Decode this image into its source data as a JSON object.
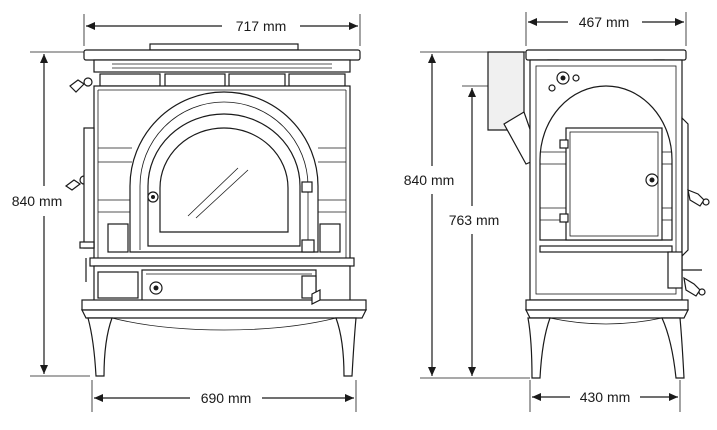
{
  "front_view": {
    "top_width": "717 mm",
    "height": "840 mm",
    "base_width": "690 mm"
  },
  "side_view": {
    "top_depth": "467 mm",
    "height": "840 mm",
    "flue_height": "763 mm",
    "base_depth": "430 mm"
  },
  "colors": {
    "line": "#1a1a1a",
    "background": "#ffffff",
    "panel": "#f0f0f0"
  }
}
